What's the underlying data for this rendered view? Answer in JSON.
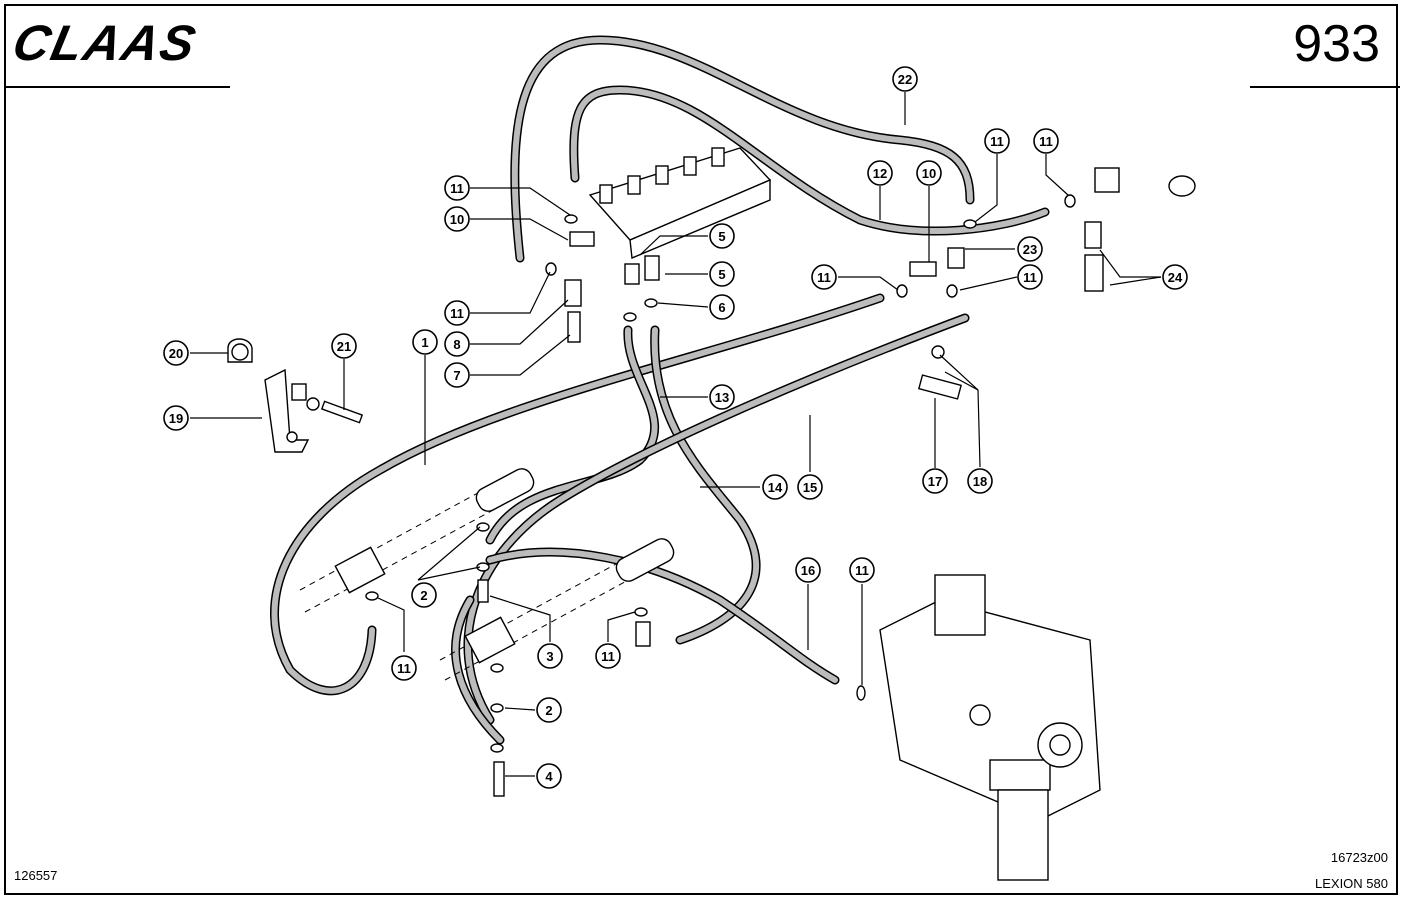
{
  "header": {
    "brand": "CLAAS",
    "page_number": "933"
  },
  "footer": {
    "doc_id": "126557",
    "drawing_id": "16723z00",
    "model": "LEXION 580"
  },
  "callouts": [
    "1",
    "2",
    "2",
    "3",
    "4",
    "5",
    "5",
    "6",
    "7",
    "8",
    "10",
    "10",
    "11",
    "11",
    "11",
    "11",
    "11",
    "11",
    "11",
    "11",
    "11",
    "12",
    "13",
    "14",
    "15",
    "16",
    "17",
    "18",
    "19",
    "20",
    "21",
    "22",
    "23",
    "24"
  ]
}
